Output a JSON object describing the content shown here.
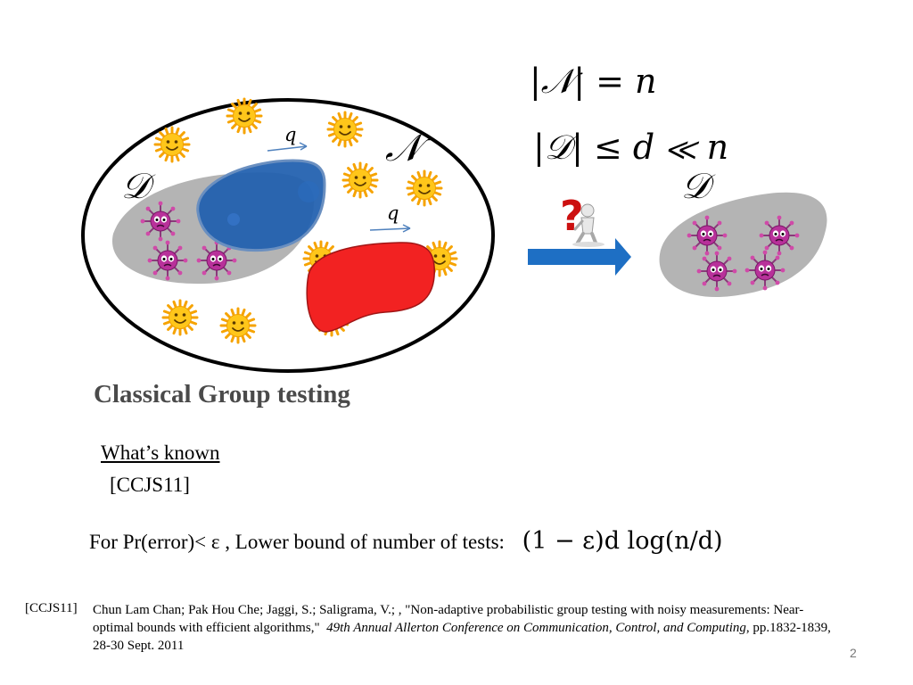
{
  "diagram": {
    "math_N_count": "|𝒩| = n",
    "math_D_bound": "|𝒟| ≤ d ≪ n",
    "label_D_left": "𝒟",
    "label_N": "𝒩",
    "label_D_right": "𝒟",
    "arrow_q_top": "q",
    "arrow_q_mid": "q"
  },
  "slide": {
    "title": "Classical Group testing",
    "whats_known": "What’s known",
    "citation": "[CCJS11]",
    "bound_text": "For Pr(error)< ε , Lower bound of number of tests:",
    "bound_formula": "(1 − ε)d log(n/d)",
    "ref_label": "[CCJS11]",
    "ref_part1": "Chun Lam Chan; Pak Hou Che; Jaggi, S.; Saligrama, V.; , \"Non-adaptive probabilistic group testing with noisy measurements: Near-optimal bounds with efficient algorithms,\"",
    "ref_venue": "49th Annual Allerton Conference on Communication, Control, and Computing",
    "ref_part2": ", pp.1832-1839, 28-30 Sept. 2011",
    "page_number": "2"
  }
}
